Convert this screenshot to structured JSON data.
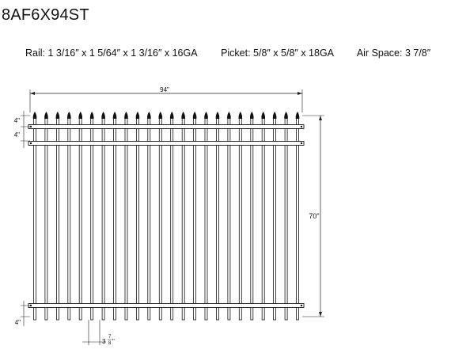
{
  "title": "8AF6X94ST",
  "specs": {
    "rail": "Rail: 1 3/16″ x 1 5/64″ x 1 3/16″ x 16GA",
    "picket": "Picket: 5/8″ x 5/8″ x 18GA",
    "air_space": "Air Space: 3 7/8″"
  },
  "drawing": {
    "picket_count": 24,
    "rail_count": 3,
    "dimensions": {
      "width": "94\"",
      "height": "70\"",
      "top_offset_1": "4\"",
      "top_offset_2": "4\"",
      "bottom_offset": "4\"",
      "air_space_whole": "3",
      "air_space_num": "7",
      "air_space_den": "8",
      "air_space_unit": "\""
    }
  }
}
